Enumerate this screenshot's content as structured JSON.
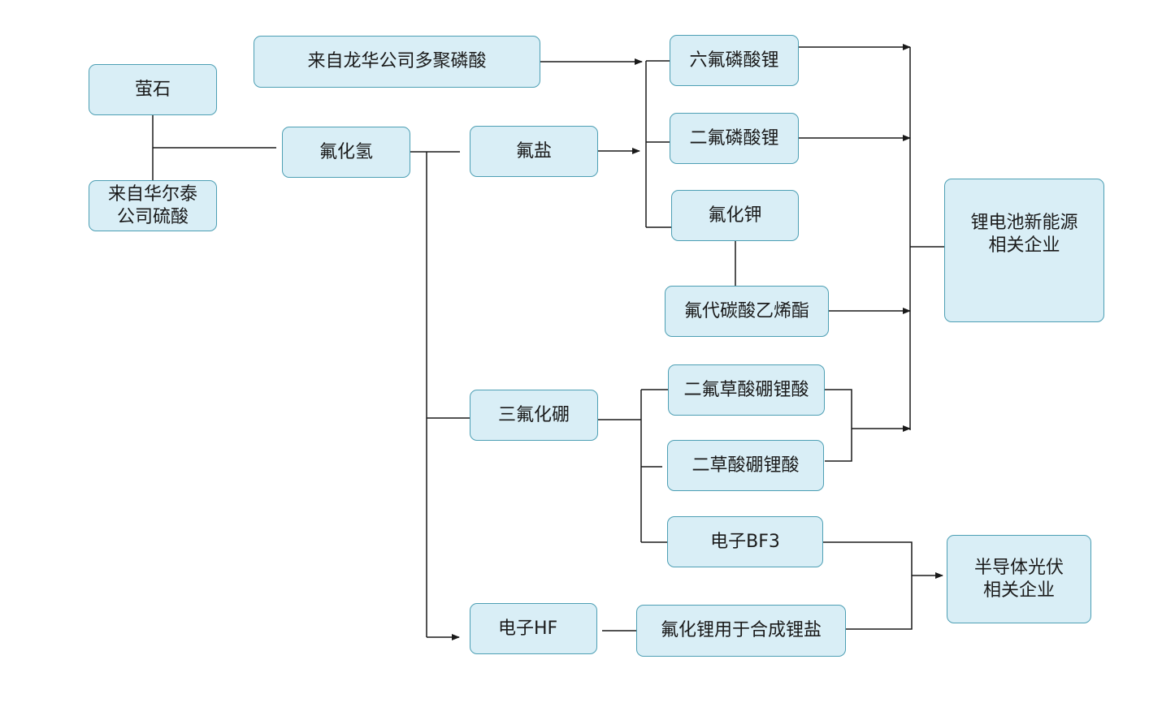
{
  "nodes": {
    "fluorite": "萤石",
    "huaer_sulfuric": [
      "来自华尔泰",
      "公司硫酸"
    ],
    "longhua_pa": "来自龙华公司多聚磷酸",
    "hf": "氟化氢",
    "fluoride_salt": "氟盐",
    "lipf6": "六氟磷酸锂",
    "lipo2f2": "二氟磷酸锂",
    "kf": "氟化钾",
    "fec": "氟代碳酸乙烯酯",
    "battery_co": [
      "锂电池新能源",
      "相关企业"
    ],
    "bf3": "三氟化硼",
    "lidfob": "二氟草酸硼锂酸",
    "libob": "二草酸硼锂酸",
    "e_bf3": "电子BF3",
    "e_hf": "电子HF",
    "lif": "氟化锂用于合成锂盐",
    "semi_co": [
      "半导体光伏",
      "相关企业"
    ]
  },
  "style": {
    "node_fill": "#d9eef6",
    "node_border": "#4d9fb4",
    "line": "#1a1a1a"
  }
}
